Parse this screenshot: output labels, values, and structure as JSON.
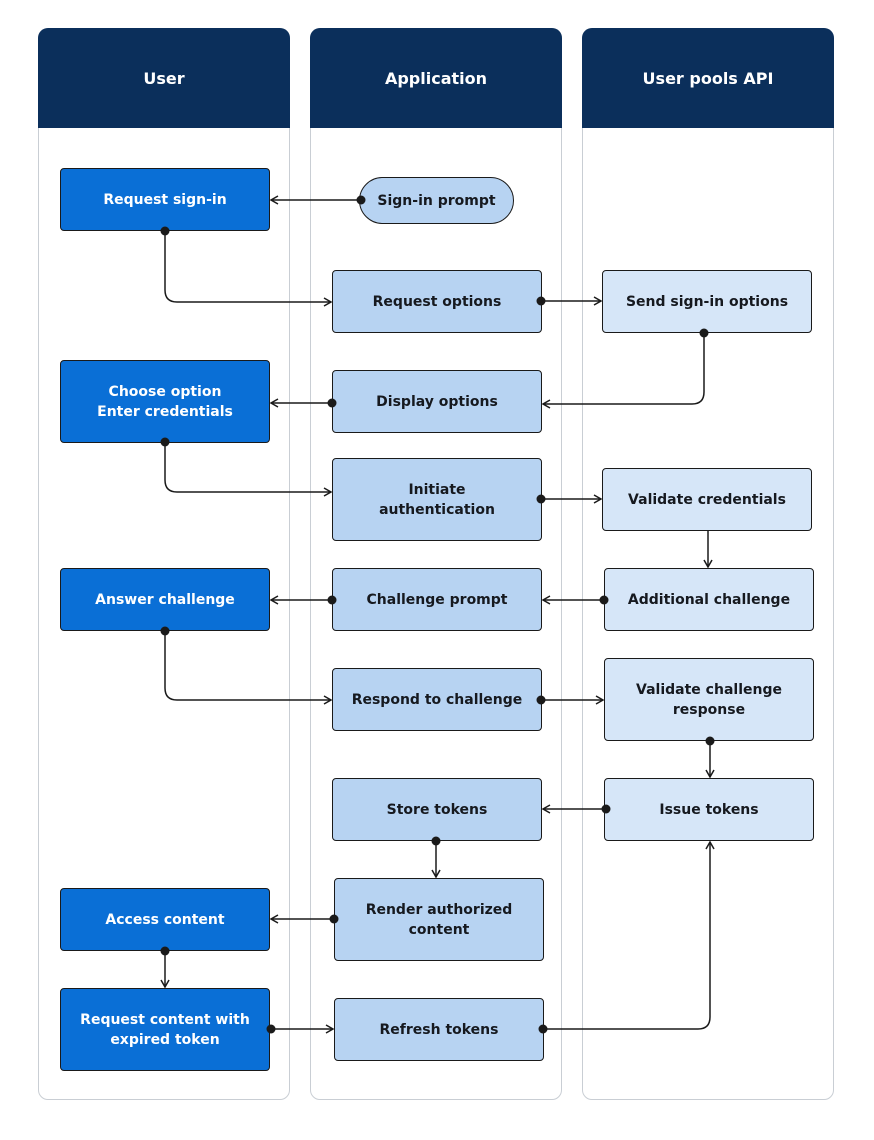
{
  "lanes": {
    "user": "User",
    "application": "Application",
    "api": "User pools API"
  },
  "nodes": {
    "request_sign_in": "Request sign-in",
    "choose_option": "Choose option\nEnter credentials",
    "answer_challenge": "Answer challenge",
    "access_content": "Access content",
    "request_expired": "Request content with\nexpired token",
    "sign_in_prompt": "Sign-in prompt",
    "request_options": "Request options",
    "display_options": "Display options",
    "initiate_auth": "Initiate\nauthentication",
    "challenge_prompt": "Challenge prompt",
    "respond_challenge": "Respond to challenge",
    "store_tokens": "Store tokens",
    "render_content": "Render authorized\ncontent",
    "refresh_tokens": "Refresh tokens",
    "send_options": "Send sign-in options",
    "validate_credentials": "Validate credentials",
    "additional_challenge": "Additional challenge",
    "validate_response": "Validate challenge\nresponse",
    "issue_tokens": "Issue tokens"
  },
  "colors": {
    "header": "#0b2f5b",
    "user_node": "#0a6fd6",
    "app_node": "#b7d3f2",
    "api_node": "#d6e6f8",
    "connector": "#1a1a1a"
  }
}
